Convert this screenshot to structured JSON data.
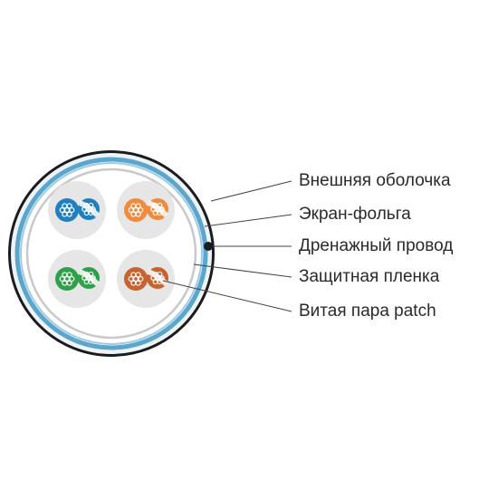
{
  "diagram": {
    "labels": [
      {
        "id": "outer-jacket",
        "text": "Внешняя оболочка"
      },
      {
        "id": "foil-shield",
        "text": "Экран-фольга"
      },
      {
        "id": "drain-wire",
        "text": "Дренажный провод"
      },
      {
        "id": "protective-film",
        "text": "Защитная пленка"
      },
      {
        "id": "twisted-pair",
        "text": "Витая пара patch"
      }
    ],
    "pairs": [
      {
        "name": "blue",
        "color": "#1f7fc0"
      },
      {
        "name": "orange",
        "color": "#f08a3c"
      },
      {
        "name": "green",
        "color": "#2fa04a"
      },
      {
        "name": "brown",
        "color": "#c8622e"
      }
    ],
    "colors": {
      "jacket": "#1b1b22",
      "shield": "#5aa6cc",
      "film": "#c9c9c9",
      "leader": "#444444",
      "strand": "#ffffff",
      "white_sleeve": "#e6e6e6"
    }
  }
}
